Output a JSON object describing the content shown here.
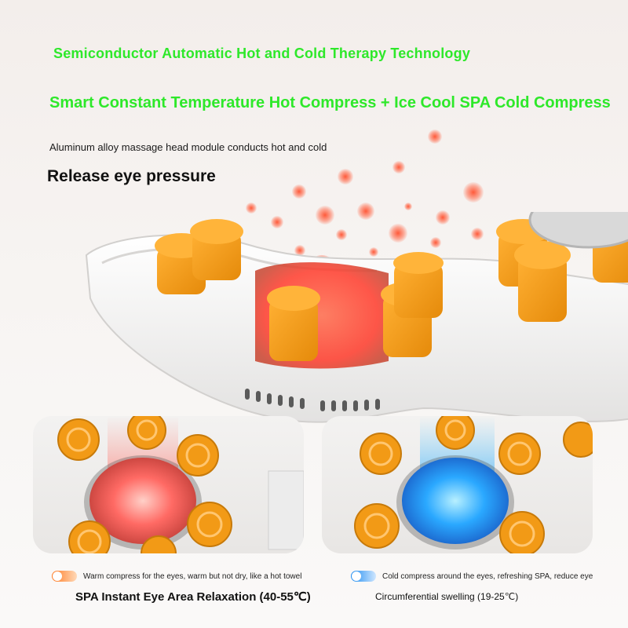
{
  "headlines": {
    "line1": "Semiconductor Automatic Hot and Cold Therapy Technology",
    "line2": "Smart Constant Temperature Hot Compress + Ice Cool SPA Cold Compress",
    "line3": "Aluminum alloy massage head module conducts hot and cold",
    "line4": "Release eye pressure"
  },
  "warm": {
    "caption": "Warm compress for the eyes, warm but not dry, like a hot towel",
    "title": "SPA Instant Eye Area Relaxation (40-55℃)",
    "color": "#ff7a22"
  },
  "cold": {
    "caption": "Cold compress around the eyes, refreshing SPA, reduce eye",
    "title": "Circumferential swelling (19-25℃)",
    "color": "#1f8df0"
  },
  "colors": {
    "headline_green": "#2ee82a",
    "massage_head_orange": "#f29a16",
    "heat_red": "#ff4a3a",
    "cool_blue": "#2aa8ff"
  },
  "icons": [
    "warm-toggle-icon",
    "cold-toggle-icon"
  ]
}
